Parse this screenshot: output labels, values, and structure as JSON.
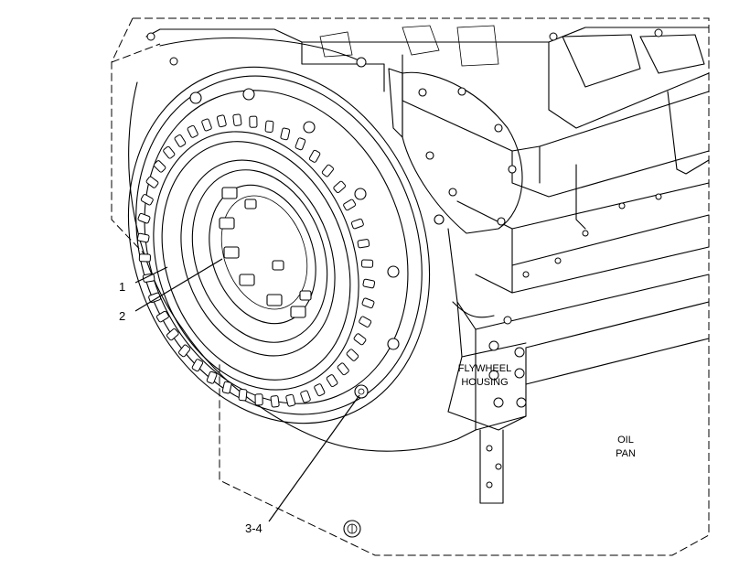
{
  "callouts": {
    "c1": "1",
    "c2": "2",
    "c34": "3-4"
  },
  "notes": {
    "flywheel_housing_line1": "FLYWHEEL",
    "flywheel_housing_line2": "HOUSING",
    "oil_pan_line1": "OIL",
    "oil_pan_line2": "PAN"
  }
}
